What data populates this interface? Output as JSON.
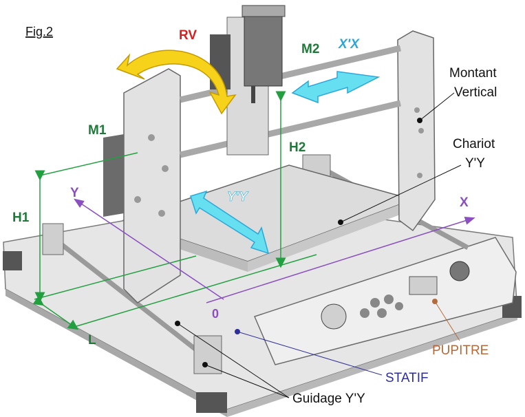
{
  "figure": {
    "title": "Fig.2"
  },
  "labels": {
    "rv": "RV",
    "m2": "M2",
    "xx": "X'X",
    "montant_line1": "Montant",
    "montant_line2": "Vertical",
    "m1": "M1",
    "h2": "H2",
    "chariot_line1": "Chariot",
    "chariot_line2": "Y'Y",
    "h1": "H1",
    "y_axis": "Y",
    "yy": "Y'Y",
    "x_axis": "X",
    "origin": "0",
    "l": "L",
    "pupitre": "PUPITRE",
    "statif": "STATIF",
    "guidage": "Guidage Y'Y"
  },
  "colors": {
    "green_label": "#1f7a3a",
    "red_label": "#d42020",
    "cyan_arrow": "#66e0f0",
    "cyan_text": "#2aa7d8",
    "yellow_arrow": "#f7d21a",
    "purple_axis": "#8a4fc0",
    "pupitre_brown": "#b46a3a",
    "statif_blue": "#2e2e9a",
    "machine_grey": "#d9d9d9",
    "machine_dark": "#6b6b6b"
  }
}
